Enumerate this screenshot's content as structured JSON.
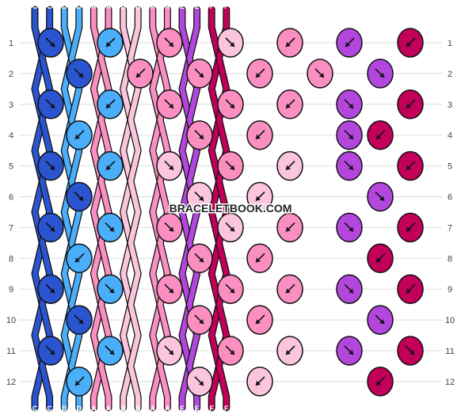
{
  "watermark": "BRACELETBOOK.COM",
  "row_labels": [
    "1",
    "2",
    "3",
    "4",
    "5",
    "6",
    "7",
    "8",
    "9",
    "10",
    "11",
    "12"
  ],
  "strands": [
    {
      "label": "C",
      "color": "#2b55d0"
    },
    {
      "label": "C",
      "color": "#2b55d0"
    },
    {
      "label": "D",
      "color": "#4aaefa"
    },
    {
      "label": "D",
      "color": "#4aaefa"
    },
    {
      "label": "A",
      "color": "#fb8fc1"
    },
    {
      "label": "A",
      "color": "#fb8fc1"
    },
    {
      "label": "B",
      "color": "#fcc5de"
    },
    {
      "label": "B",
      "color": "#fcc5de"
    },
    {
      "label": "A",
      "color": "#fb8fc1"
    },
    {
      "label": "A",
      "color": "#fb8fc1"
    },
    {
      "label": "E",
      "color": "#b347dd"
    },
    {
      "label": "E",
      "color": "#b347dd"
    },
    {
      "label": "F",
      "color": "#c2005a"
    },
    {
      "label": "F",
      "color": "#c2005a"
    }
  ],
  "knot_rows": [
    [
      {
        "c": "#2b55d0",
        "d": "br"
      },
      {
        "c": "#4aaefa",
        "d": "bl"
      },
      {
        "c": "#fb8fc1",
        "d": "br"
      },
      {
        "c": "#fcc5de",
        "d": "br"
      },
      {
        "c": "#fb8fc1",
        "d": "bl"
      },
      {
        "c": "#b347dd",
        "d": "bl"
      },
      {
        "c": "#c2005a",
        "d": "bl"
      }
    ],
    [
      {
        "c": "#2b55d0",
        "d": "br"
      },
      {
        "c": "#fb8fc1",
        "d": "fl"
      },
      {
        "c": "#fb8fc1",
        "d": "br"
      },
      {
        "c": "#fb8fc1",
        "d": "bl"
      },
      {
        "c": "#fb8fc1",
        "d": "f"
      },
      {
        "c": "#b347dd",
        "d": "br"
      }
    ],
    [
      {
        "c": "#2b55d0",
        "d": "br"
      },
      {
        "c": "#4aaefa",
        "d": "bl"
      },
      {
        "c": "#fb8fc1",
        "d": "br"
      },
      {
        "c": "#fb8fc1",
        "d": "br"
      },
      {
        "c": "#fb8fc1",
        "d": "bl"
      },
      {
        "c": "#b347dd",
        "d": "br"
      },
      {
        "c": "#c2005a",
        "d": "bl"
      }
    ],
    [
      {
        "c": "#4aaefa",
        "d": "bl"
      },
      {
        "c": "#fb8fc1",
        "d": "br"
      },
      {
        "c": "#fb8fc1",
        "d": "bl"
      },
      {
        "c": "#b347dd",
        "d": "br"
      },
      {
        "c": "#c2005a",
        "d": "bl"
      }
    ],
    [
      {
        "c": "#2b55d0",
        "d": "br"
      },
      {
        "c": "#4aaefa",
        "d": "bl"
      },
      {
        "c": "#fcc5de",
        "d": "br"
      },
      {
        "c": "#fb8fc1",
        "d": "br"
      },
      {
        "c": "#fcc5de",
        "d": "bl"
      },
      {
        "c": "#b347dd",
        "d": "br"
      },
      {
        "c": "#c2005a",
        "d": "bl"
      }
    ],
    [
      {
        "c": "#2b55d0",
        "d": "br"
      },
      {
        "c": "#fcc5de",
        "d": "br"
      },
      {
        "c": "#fcc5de",
        "d": "bl"
      },
      {
        "c": "#b347dd",
        "d": "br"
      }
    ],
    [
      {
        "c": "#2b55d0",
        "d": "br"
      },
      {
        "c": "#4aaefa",
        "d": "br"
      },
      {
        "c": "#fb8fc1",
        "d": "br"
      },
      {
        "c": "#fcc5de",
        "d": "br"
      },
      {
        "c": "#fb8fc1",
        "d": "bl"
      },
      {
        "c": "#b347dd",
        "d": "br"
      },
      {
        "c": "#c2005a",
        "d": "bl"
      }
    ],
    [
      {
        "c": "#4aaefa",
        "d": "bl"
      },
      {
        "c": "#fb8fc1",
        "d": "br"
      },
      {
        "c": "#fb8fc1",
        "d": "bl"
      },
      {
        "c": "#c2005a",
        "d": "bl"
      }
    ],
    [
      {
        "c": "#2b55d0",
        "d": "br"
      },
      {
        "c": "#4aaefa",
        "d": "br"
      },
      {
        "c": "#fb8fc1",
        "d": "br"
      },
      {
        "c": "#fb8fc1",
        "d": "br"
      },
      {
        "c": "#fb8fc1",
        "d": "bl"
      },
      {
        "c": "#b347dd",
        "d": "br"
      },
      {
        "c": "#c2005a",
        "d": "bl"
      }
    ],
    [
      {
        "c": "#2b55d0",
        "d": "br"
      },
      {
        "c": "#fb8fc1",
        "d": "br"
      },
      {
        "c": "#fb8fc1",
        "d": "bl"
      },
      {
        "c": "#b347dd",
        "d": "br"
      }
    ],
    [
      {
        "c": "#2b55d0",
        "d": "br"
      },
      {
        "c": "#4aaefa",
        "d": "br"
      },
      {
        "c": "#fcc5de",
        "d": "br"
      },
      {
        "c": "#fb8fc1",
        "d": "br"
      },
      {
        "c": "#fcc5de",
        "d": "bl"
      },
      {
        "c": "#b347dd",
        "d": "br"
      },
      {
        "c": "#c2005a",
        "d": "br"
      }
    ],
    [
      {
        "c": "#4aaefa",
        "d": "bl"
      },
      {
        "c": "#fcc5de",
        "d": "br"
      },
      {
        "c": "#fcc5de",
        "d": "bl"
      },
      {
        "c": "#c2005a",
        "d": "bl"
      }
    ]
  ]
}
